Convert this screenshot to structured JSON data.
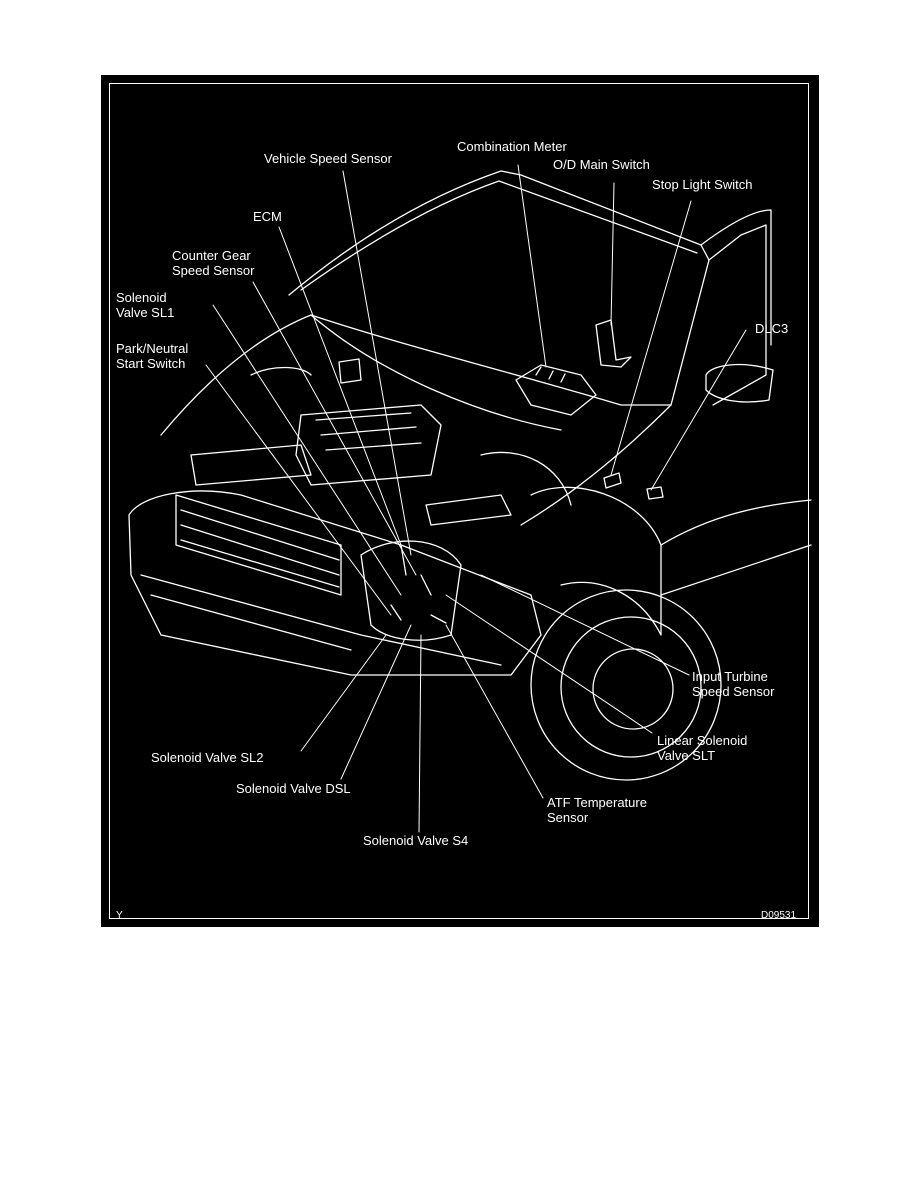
{
  "colors": {
    "page": "#ffffff",
    "figure_bg": "#000000",
    "line": "#ffffff"
  },
  "labels": {
    "vehicle_speed_sensor": "Vehicle Speed Sensor",
    "combination_meter": "Combination Meter",
    "od_main_switch": "O/D Main Switch",
    "stop_light_switch": "Stop Light Switch",
    "ecm": "ECM",
    "counter_gear_1": "Counter Gear",
    "counter_gear_2": "Speed Sensor",
    "solenoid_sl1_1": "Solenoid",
    "solenoid_sl1_2": "Valve SL1",
    "park_neutral_1": "Park/Neutral",
    "park_neutral_2": "Start Switch",
    "dlc3": "DLC3",
    "input_turbine_1": "Input Turbine",
    "input_turbine_2": "Speed Sensor",
    "linear_solenoid_1": "Linear Solenoid",
    "linear_solenoid_2": "Valve SLT",
    "solenoid_sl2": "Solenoid Valve SL2",
    "solenoid_dsl": "Solenoid Valve DSL",
    "atf_temp_1": "ATF Temperature",
    "atf_temp_2": "Sensor",
    "solenoid_s4": "Solenoid Valve S4"
  },
  "corner": {
    "left": "Y",
    "right": "D09531"
  }
}
